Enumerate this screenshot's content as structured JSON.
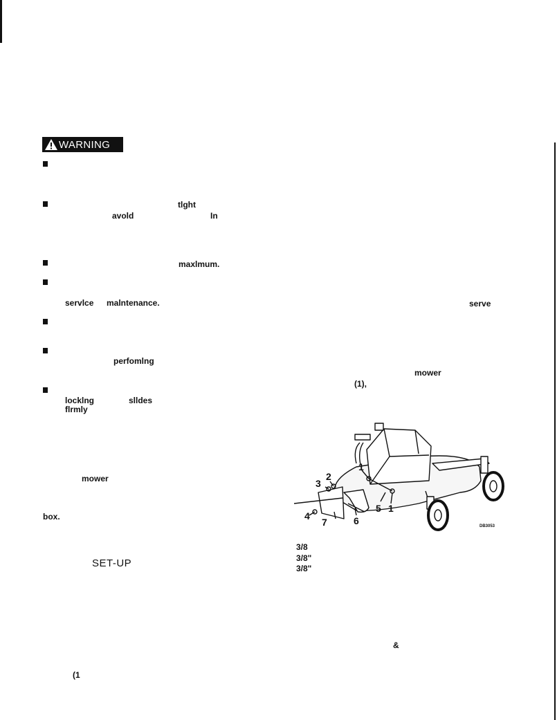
{
  "warning": {
    "label": "WARNING"
  },
  "fragments": {
    "tight": "tlght",
    "avoid": "avold",
    "in": "In",
    "maximum": "maxlmum.",
    "service": "servlce",
    "maintenance": "malntenance.",
    "serve": "serve",
    "performing": "perfomlng",
    "mower_right": "mower",
    "item_one": "(1),",
    "locking": "locklng",
    "slides": "slldes",
    "firmly": "flrmly",
    "mower_left": "mower",
    "box": "box.",
    "setup": "SET-UP",
    "paren_one": "(1",
    "ampersand": "&"
  },
  "parts_list": [
    "3/8",
    "3/8\"",
    "3/8\""
  ],
  "figure": {
    "callouts": [
      "1",
      "2",
      "3",
      "4",
      "5",
      "1",
      "6",
      "7"
    ],
    "code": "DB3053"
  }
}
